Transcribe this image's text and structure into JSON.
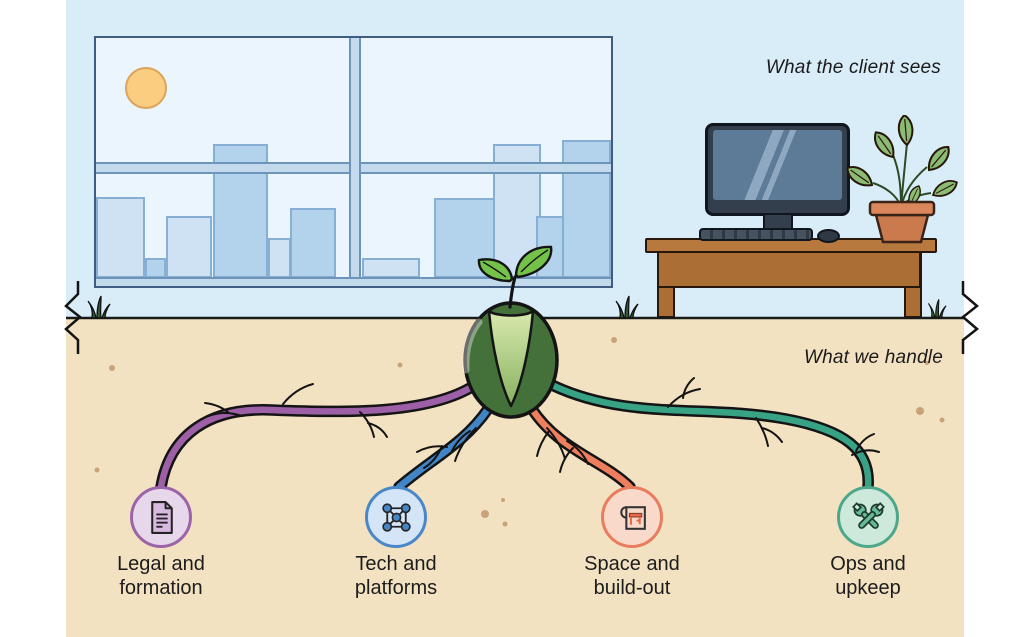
{
  "diagram": {
    "above_ground_label": "What the client sees",
    "below_ground_label": "What we handle"
  },
  "branches": [
    {
      "id": "legal-and-formation",
      "label_lines": [
        "Legal and",
        "formation"
      ],
      "root_color": "#9d5fa5",
      "circle_fill": "#e7d7eb",
      "circle_border": "#9c64a8",
      "icon": "document-icon",
      "icon_accent": "#d8b9e0"
    },
    {
      "id": "tech-and-platforms",
      "label_lines": [
        "Tech and",
        "platforms"
      ],
      "root_color": "#4285c6",
      "circle_fill": "#d3e5f6",
      "circle_border": "#4a87c9",
      "icon": "network-icon",
      "icon_accent": "#4586c8"
    },
    {
      "id": "space-and-build-out",
      "label_lines": [
        "Space and",
        "build-out"
      ],
      "root_color": "#ee7e5d",
      "circle_fill": "#f9d9c9",
      "circle_border": "#e97c5e",
      "icon": "blueprint-icon",
      "icon_accent": "#e8684a"
    },
    {
      "id": "ops-and-upkeep",
      "label_lines": [
        "Ops and",
        "upkeep"
      ],
      "root_color": "#38a284",
      "circle_fill": "#cde9db",
      "circle_border": "#4da78a",
      "icon": "wrenches-icon",
      "icon_accent": "#67bb95"
    }
  ],
  "scene": {
    "sky_color": "#d9edf9",
    "soil_color": "#f3e2c1",
    "window_pane_color": "#eaf5fd",
    "sun_color": "#fbcd80",
    "seed_color": "#44703a",
    "seed_split_colors": [
      "#d9e9ae",
      "#86b160"
    ],
    "sprout_leaf_color": "#74c24a",
    "desk_color": "#b8793f",
    "monitor_color": "#333f4d",
    "pot_color": "#cb7a4e",
    "plant_leaf_color": "#8cbb74"
  }
}
